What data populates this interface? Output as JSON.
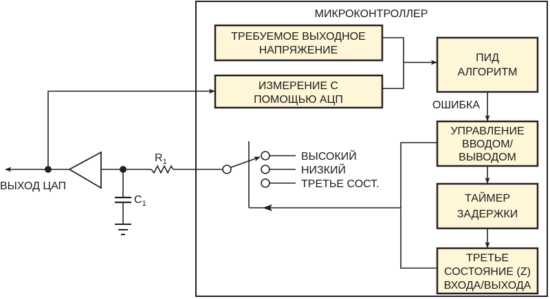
{
  "colors": {
    "line": "#231f20",
    "box_fill": "#fff6d8",
    "box_stroke": "#231f20",
    "background": "#ffffff"
  },
  "microcontroller": {
    "title": "МИКРОКОНТРОЛЛЕР"
  },
  "blocks": {
    "desired_voltage": [
      "ТРЕБУЕМОЕ ВЫХОДНОЕ",
      "НАПРЯЖЕНИЕ"
    ],
    "adc_measure": [
      "ИЗМЕРЕНИЕ С",
      "ПОМОЩЬЮ АЦП"
    ],
    "pid": [
      "ПИД",
      "АЛГОРИТМ"
    ],
    "io_control": [
      "УПРАВЛЕНИЕ",
      "ВВОДОМ/",
      "ВЫВОДОМ"
    ],
    "delay_timer": [
      "ТАЙМЕР",
      "ЗАДЕРЖКИ"
    ],
    "tristate": [
      "ТРЕТЬЕ",
      "СОСТОЯНИЕ (Z)",
      "ВХОДА/ВЫХОДА"
    ]
  },
  "edge_labels": {
    "error": "ОШИБКА"
  },
  "switch_positions": [
    "ВЫСОКИЙ",
    "НИЗКИЙ",
    "ТРЕТЬЕ СОСТ."
  ],
  "components": {
    "resistor": {
      "name": "R",
      "sub": "1"
    },
    "capacitor": {
      "name": "C",
      "sub": "1"
    }
  },
  "output_label": "ВЫХОД ЦАП"
}
